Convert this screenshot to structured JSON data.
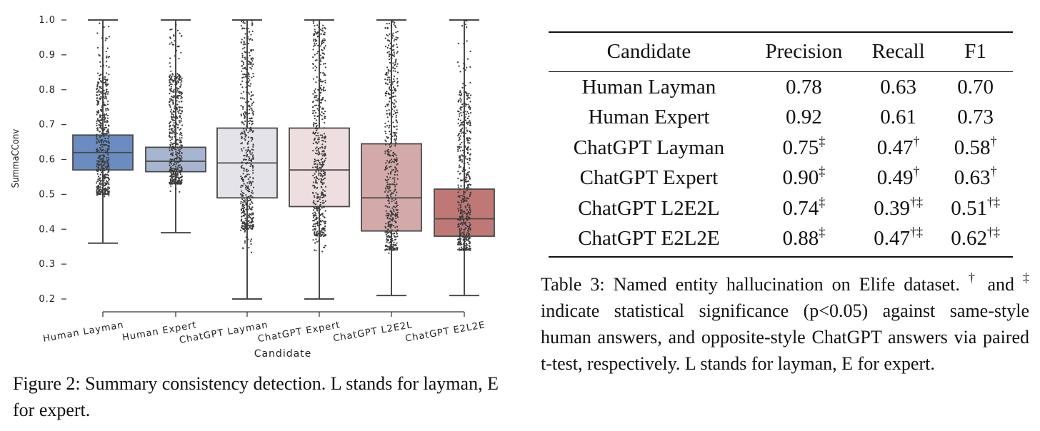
{
  "figure": {
    "caption": "Figure 2: Summary consistency detection. L stands for layman, E for expert.",
    "chart_data": {
      "type": "box",
      "title": "",
      "xlabel": "Candidate",
      "ylabel": "SummaCConv",
      "ylim": [
        0.2,
        1.0
      ],
      "yticks": [
        "0.2",
        "0.3",
        "0.4",
        "0.5",
        "0.6",
        "0.7",
        "0.8",
        "0.9",
        "1.0"
      ],
      "grid": false,
      "categories": [
        "Human Layman",
        "Human Expert",
        "ChatGPT Layman",
        "ChatGPT Expert",
        "ChatGPT L2E2L",
        "ChatGPT E2L2E"
      ],
      "boxes": [
        {
          "name": "Human Layman",
          "whisker_low": 0.36,
          "q1": 0.57,
          "median": 0.62,
          "q3": 0.67,
          "whisker_high": 1.0,
          "color": "#6a8cc0"
        },
        {
          "name": "Human Expert",
          "whisker_low": 0.39,
          "q1": 0.565,
          "median": 0.595,
          "q3": 0.635,
          "whisker_high": 1.0,
          "color": "#a7b6d0"
        },
        {
          "name": "ChatGPT Layman",
          "whisker_low": 0.2,
          "q1": 0.49,
          "median": 0.59,
          "q3": 0.69,
          "whisker_high": 1.0,
          "color": "#e4e3ea"
        },
        {
          "name": "ChatGPT Expert",
          "whisker_low": 0.2,
          "q1": 0.465,
          "median": 0.57,
          "q3": 0.69,
          "whisker_high": 1.0,
          "color": "#efdedf"
        },
        {
          "name": "ChatGPT L2E2L",
          "whisker_low": 0.21,
          "q1": 0.395,
          "median": 0.49,
          "q3": 0.645,
          "whisker_high": 1.0,
          "color": "#d4a9aa"
        },
        {
          "name": "ChatGPT E2L2E",
          "whisker_low": 0.21,
          "q1": 0.38,
          "median": 0.43,
          "q3": 0.515,
          "whisker_high": 1.0,
          "color": "#c07877"
        }
      ],
      "strip_points": [
        {
          "category": "Human Layman",
          "min": 0.49,
          "max": 1.0,
          "dense_low": 0.5,
          "dense_high": 0.85
        },
        {
          "category": "Human Expert",
          "min": 0.5,
          "max": 1.0,
          "dense_low": 0.53,
          "dense_high": 0.85
        },
        {
          "category": "ChatGPT Layman",
          "min": 0.33,
          "max": 1.0,
          "dense_low": 0.4,
          "dense_high": 1.0
        },
        {
          "category": "ChatGPT Expert",
          "min": 0.33,
          "max": 1.0,
          "dense_low": 0.38,
          "dense_high": 1.0
        },
        {
          "category": "ChatGPT L2E2L",
          "min": 0.33,
          "max": 1.0,
          "dense_low": 0.34,
          "dense_high": 1.0
        },
        {
          "category": "ChatGPT E2L2E",
          "min": 0.34,
          "max": 1.0,
          "dense_low": 0.34,
          "dense_high": 0.8
        }
      ],
      "point_color": "#3c3c3c",
      "whisker_color": "#4a4a4a"
    }
  },
  "table": {
    "headers": [
      "Candidate",
      "Precision",
      "Recall",
      "F1"
    ],
    "rows": [
      {
        "candidate": "Human Layman",
        "precision": "0.78",
        "precision_sup": "",
        "recall": "0.63",
        "recall_sup": "",
        "f1": "0.70",
        "f1_sup": ""
      },
      {
        "candidate": "Human Expert",
        "precision": "0.92",
        "precision_sup": "",
        "recall": "0.61",
        "recall_sup": "",
        "f1": "0.73",
        "f1_sup": ""
      },
      {
        "candidate": "ChatGPT Layman",
        "precision": "0.75",
        "precision_sup": "‡",
        "recall": "0.47",
        "recall_sup": "†",
        "f1": "0.58",
        "f1_sup": "†"
      },
      {
        "candidate": "ChatGPT Expert",
        "precision": "0.90",
        "precision_sup": "‡",
        "recall": "0.49",
        "recall_sup": "†",
        "f1": "0.63",
        "f1_sup": "†"
      },
      {
        "candidate": "ChatGPT L2E2L",
        "precision": "0.74",
        "precision_sup": "‡",
        "recall": "0.39",
        "recall_sup": "†‡",
        "f1": "0.51",
        "f1_sup": "†‡"
      },
      {
        "candidate": "ChatGPT E2L2E",
        "precision": "0.88",
        "precision_sup": "‡",
        "recall": "0.47",
        "recall_sup": "†‡",
        "f1": "0.62",
        "f1_sup": "†‡"
      }
    ],
    "caption_prefix": "Table 3: Named entity hallucination on Elife dataset. ",
    "caption_dagger": "†",
    "caption_mid": " and ",
    "caption_ddagger": "‡",
    "caption_rest": " indicate statistical significance (p<0.05) against same-style human answers, and opposite-style ChatGPT answers via paired t-test, respectively.  L stands for layman, E for expert."
  }
}
